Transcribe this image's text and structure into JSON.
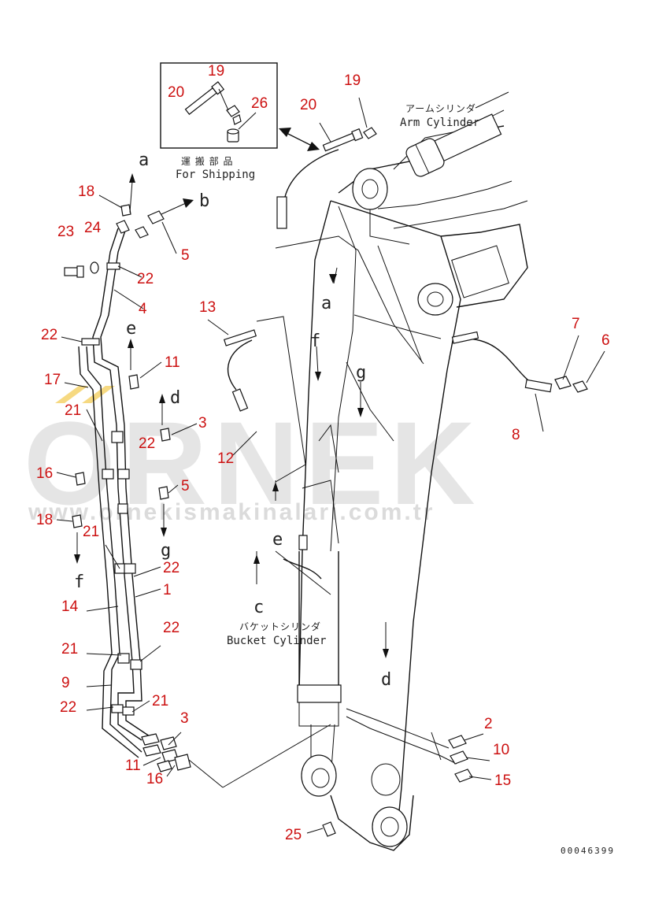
{
  "shipping_box": {
    "japanese_label": "運 搬 部 品",
    "english_label": "For Shipping"
  },
  "arm_cylinder": {
    "japanese_label": "アームシリンダ",
    "english_label": "Arm Cylinder"
  },
  "bucket_cylinder": {
    "japanese_label": "バケットシリンダ",
    "english_label": "Bucket Cylinder"
  },
  "drawing_code": "00046399",
  "watermark": {
    "brand": "ORNEK",
    "url": "www.ornekismakinalari.com.tr"
  },
  "part_numbers": [
    "19",
    "20",
    "26",
    "19",
    "20",
    "18",
    "23",
    "24",
    "22",
    "4",
    "5",
    "22",
    "17",
    "21",
    "16",
    "18",
    "21",
    "14",
    "21",
    "9",
    "22",
    "11",
    "16",
    "3",
    "13",
    "11",
    "3",
    "5",
    "12",
    "22",
    "1",
    "22",
    "21",
    "7",
    "6",
    "8",
    "2",
    "10",
    "15",
    "25",
    "22"
  ],
  "letters": [
    "a",
    "b",
    "e",
    "d",
    "g",
    "f",
    "a",
    "f",
    "g",
    "e",
    "c",
    "d"
  ]
}
